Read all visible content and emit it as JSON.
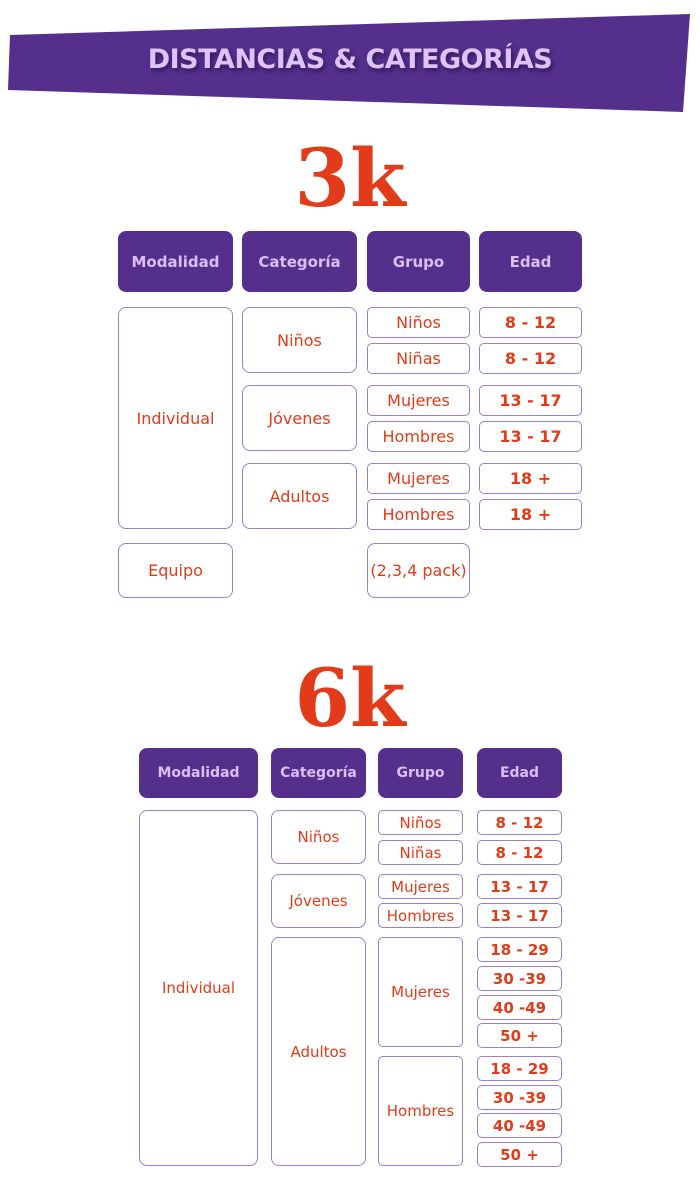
{
  "header": {
    "title": "DISTANCIAS & CATEGORÍAS"
  },
  "colors": {
    "purple": "#54308c",
    "lavender": "#d8bff5",
    "red": "#e23b19",
    "border": "#9a80c8"
  },
  "tables": [
    {
      "distance": "3k",
      "headers": [
        "Modalidad",
        "Categoría",
        "Grupo",
        "Edad"
      ],
      "modalidades": [
        "Individual",
        "Equipo"
      ],
      "categorias": [
        "Niños",
        "Jóvenes",
        "Adultos"
      ],
      "grupos": [
        "Niños",
        "Niñas",
        "Mujeres",
        "Hombres",
        "Mujeres",
        "Hombres",
        "(2,3,4 pack)"
      ],
      "edades": [
        "8 - 12",
        "8 - 12",
        "13 - 17",
        "13 - 17",
        "18 +",
        "18 +"
      ]
    },
    {
      "distance": "6k",
      "headers": [
        "Modalidad",
        "Categoría",
        "Grupo",
        "Edad"
      ],
      "modalidades": [
        "Individual"
      ],
      "categorias": [
        "Niños",
        "Jóvenes",
        "Adultos"
      ],
      "grupos": [
        "Niños",
        "Niñas",
        "Mujeres",
        "Hombres",
        "Mujeres",
        "Hombres"
      ],
      "edades": [
        "8 - 12",
        "8 - 12",
        "13 - 17",
        "13 - 17",
        "18 - 29",
        "30 -39",
        "40 -49",
        "50 +",
        "18 - 29",
        "30 -39",
        "40 -49",
        "50 +"
      ]
    }
  ]
}
